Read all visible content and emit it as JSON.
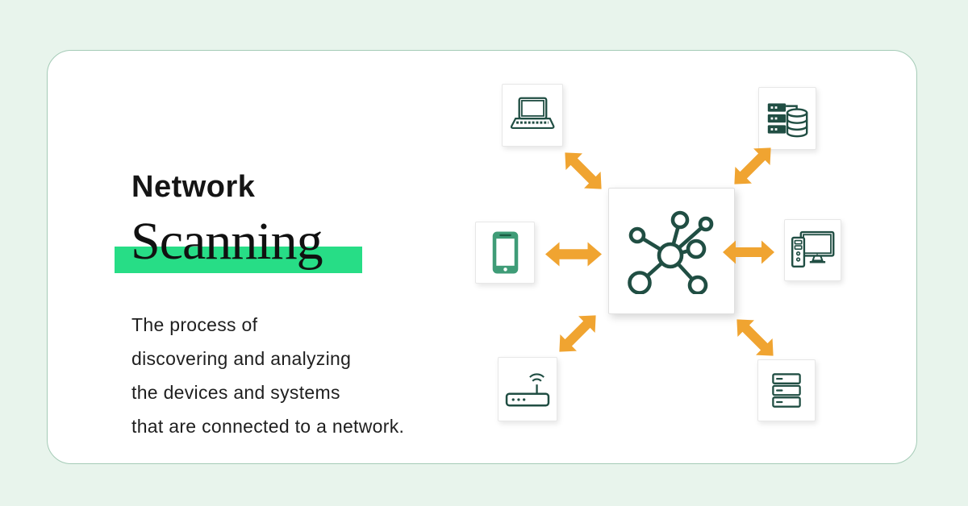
{
  "page": {
    "background_color": "#e8f4ec",
    "card_background": "#ffffff",
    "card_border_color": "#a5cbb7"
  },
  "header": {
    "title_line1": "Network",
    "title_line2": "Scanning",
    "highlight_color": "#27dd86"
  },
  "description": {
    "lines": [
      "The process of",
      "discovering and analyzing",
      "the devices and systems",
      "that are connected to a network."
    ]
  },
  "palette": {
    "icon_dark_green": "#204e43",
    "phone_green": "#3f9c77",
    "arrow_orange": "#f0a431"
  },
  "diagram": {
    "hub": {
      "icon": "network-hub-icon"
    },
    "nodes": [
      {
        "position": "top-left",
        "device": "laptop",
        "icon": "laptop-icon"
      },
      {
        "position": "top-right",
        "device": "database-server",
        "icon": "database-server-icon"
      },
      {
        "position": "middle-left",
        "device": "smartphone",
        "icon": "smartphone-icon"
      },
      {
        "position": "middle-right",
        "device": "desktop-computer",
        "icon": "desktop-computer-icon"
      },
      {
        "position": "bottom-left",
        "device": "wireless-router",
        "icon": "wireless-router-icon"
      },
      {
        "position": "bottom-right",
        "device": "server-rack",
        "icon": "server-rack-icon"
      }
    ],
    "connector_icon": "double-headed-arrow-icon",
    "connector_count": 6
  }
}
